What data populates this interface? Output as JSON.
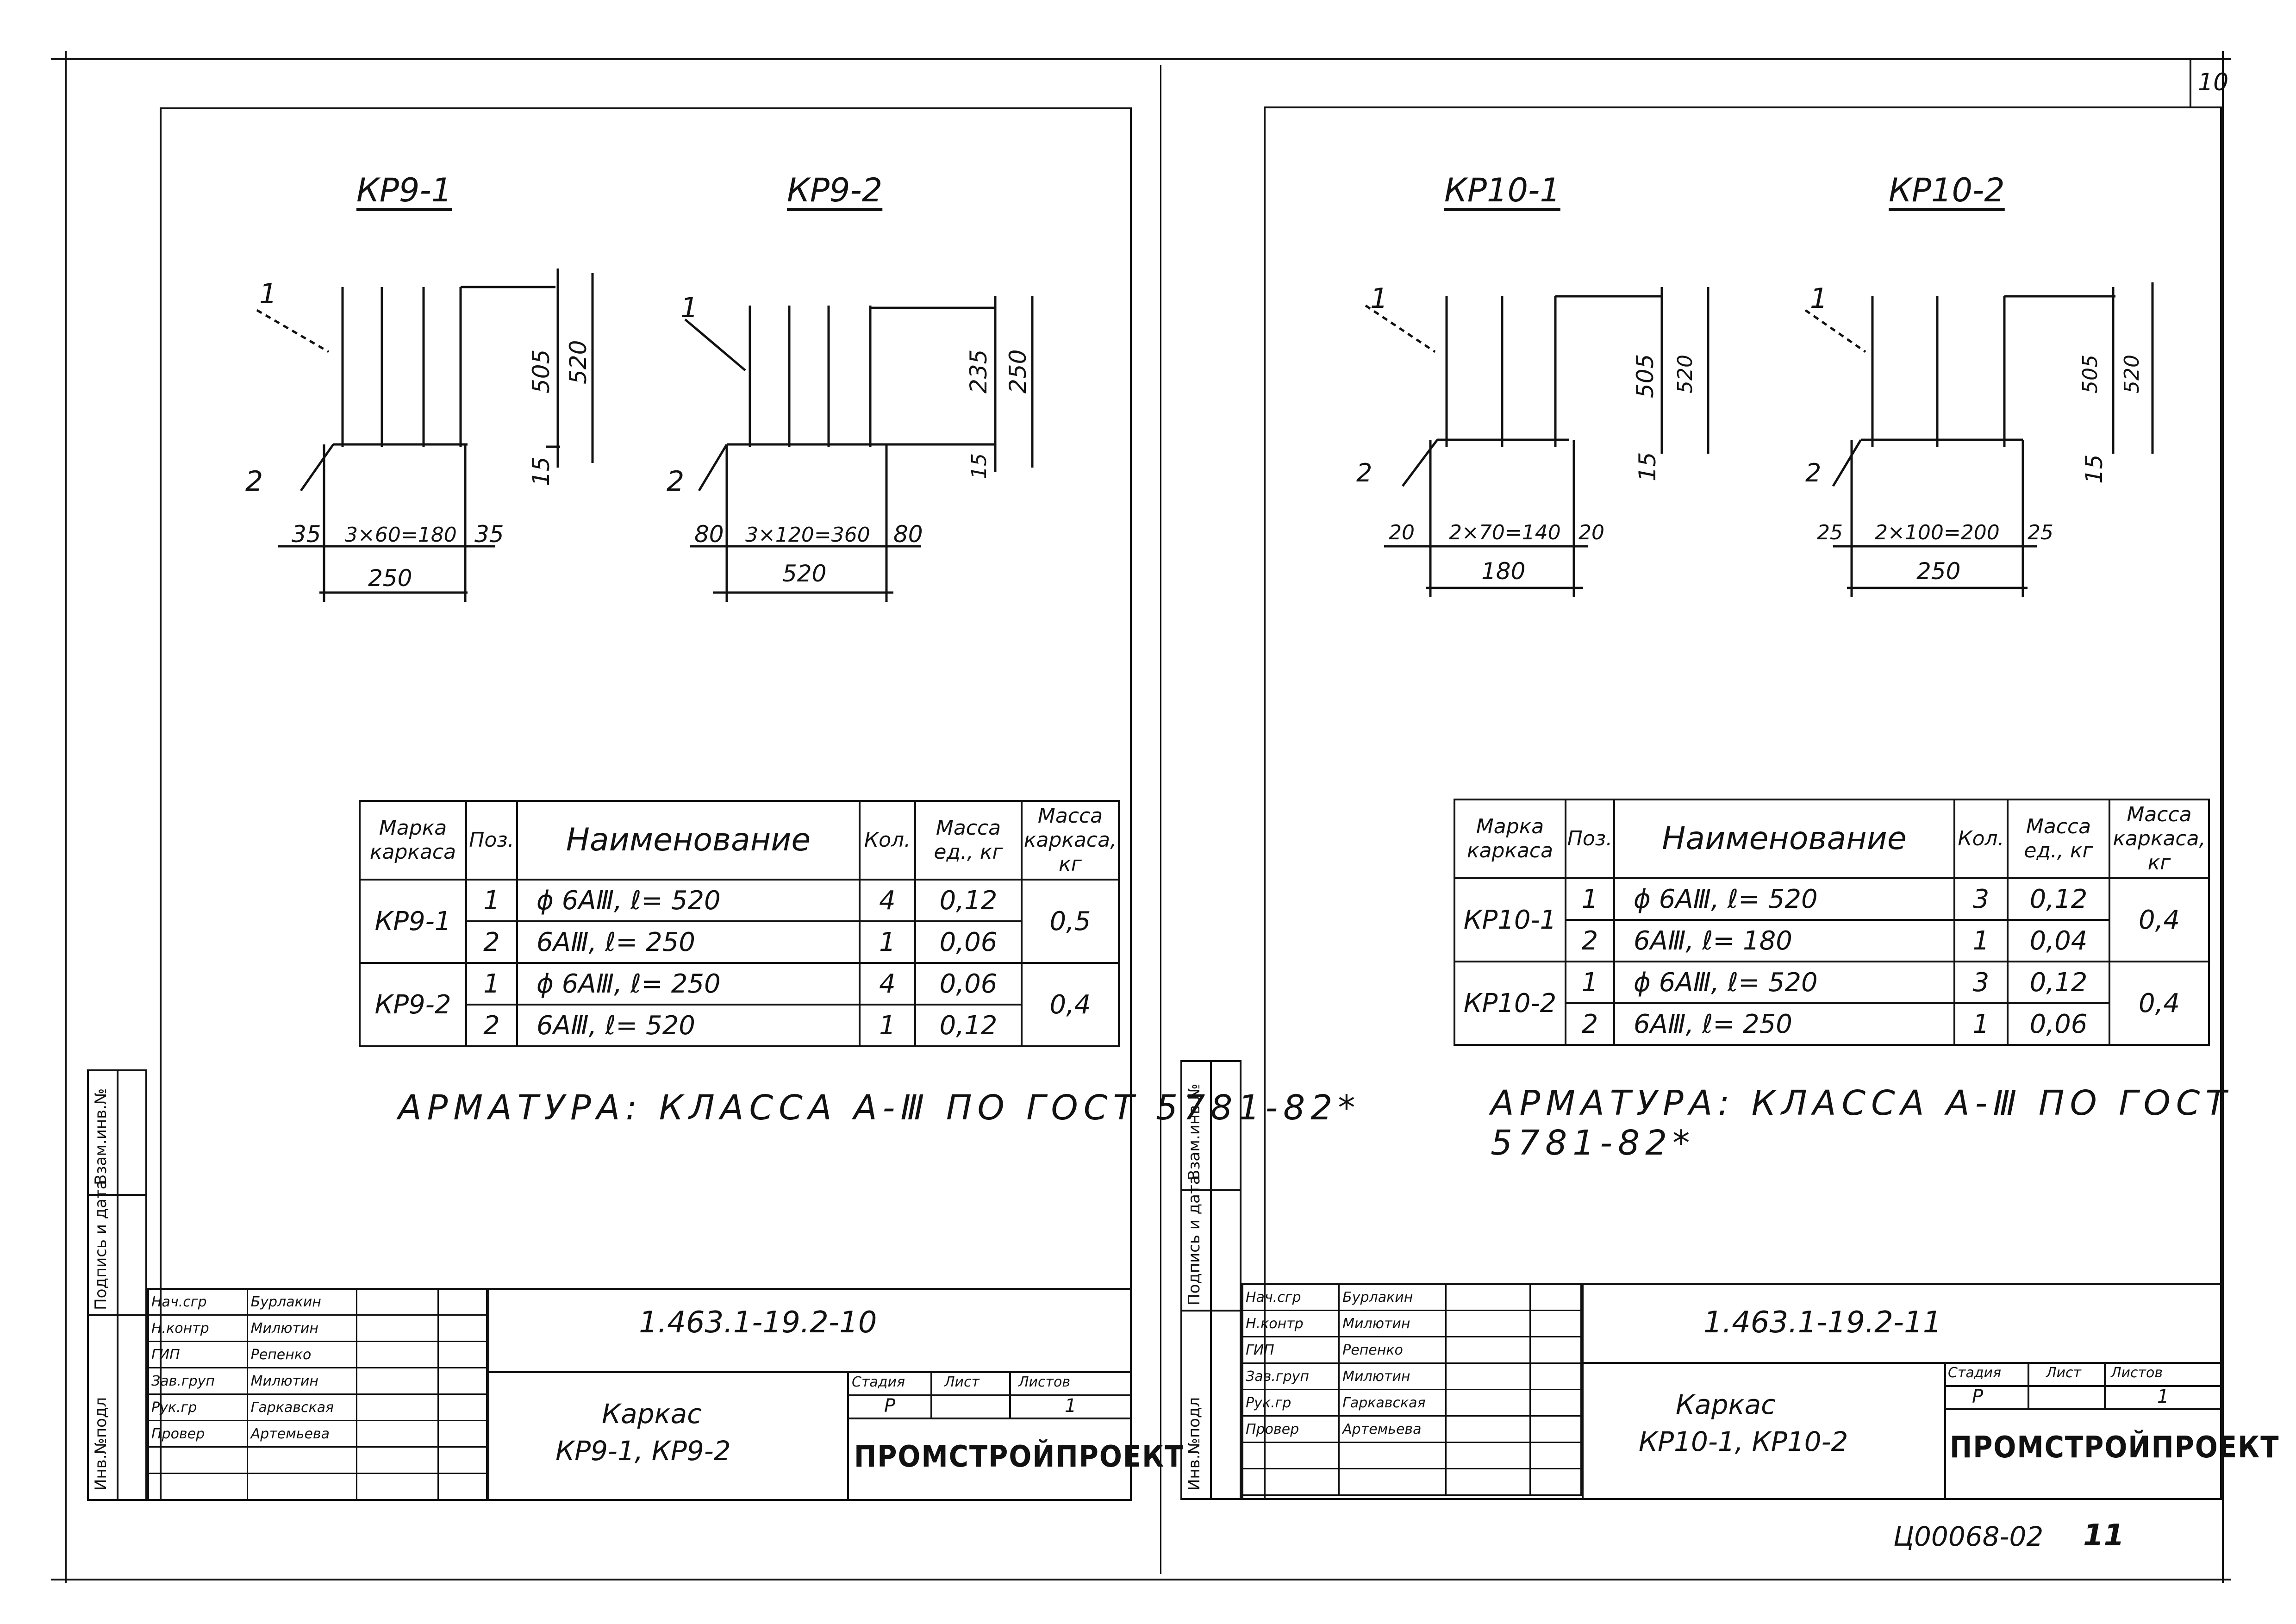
{
  "page_number": "10",
  "archive_code": "Ц00068-02",
  "archive_sheet": "11",
  "sheets": [
    {
      "drawing_titles": [
        "КР9-1",
        "КР9-2"
      ],
      "marks": {
        "a": {
          "pos1": "1",
          "pos2": "2",
          "h_total": "520",
          "h_bars": "505",
          "h_offset": "15",
          "spacing_left": "35",
          "spacing": "3×60=180",
          "spacing_right": "35",
          "width": "250"
        },
        "b": {
          "pos1": "1",
          "pos2": "2",
          "h_total": "250",
          "h_bars": "235",
          "h_offset": "15",
          "spacing_left": "80",
          "spacing": "3×120=360",
          "spacing_right": "80",
          "width": "520"
        }
      },
      "table": {
        "headers": [
          "Марка каркаса",
          "Поз.",
          "Наименование",
          "Кол.",
          "Масса ед., кг",
          "Масса каркаса, кг"
        ],
        "rows": [
          {
            "mark": "КР9-1",
            "pos": "1",
            "name": "ϕ 6АⅢ, ℓ= 520",
            "qty": "4",
            "mass": "0,12",
            "total": "0,5"
          },
          {
            "mark": "",
            "pos": "2",
            "name": "6АⅢ, ℓ= 250",
            "qty": "1",
            "mass": "0,06",
            "total": ""
          },
          {
            "mark": "КР9-2",
            "pos": "1",
            "name": "ϕ 6АⅢ, ℓ= 250",
            "qty": "4",
            "mass": "0,06",
            "total": "0,4"
          },
          {
            "mark": "",
            "pos": "2",
            "name": "6АⅢ, ℓ= 520",
            "qty": "1",
            "mass": "0,12",
            "total": ""
          }
        ]
      },
      "note": "АРМАТУРА: КЛАССА А-Ⅲ ПО ГОСТ 5781-82*",
      "title_block": {
        "doc_code": "1.463.1-19.2-10",
        "name_line1": "Каркас",
        "name_line2": "КР9-1, КР9-2",
        "stage_label": "Стадия",
        "sheet_label": "Лист",
        "sheets_label": "Листов",
        "stage": "Р",
        "sheet": "",
        "sheets": "1",
        "org": "ПРОМСТРОЙПРОЕКТ",
        "roles": [
          {
            "role": "Нач.сгр",
            "person": "Бурлакин"
          },
          {
            "role": "Н.контр",
            "person": "Милютин"
          },
          {
            "role": "ГИП",
            "person": "Репенко"
          },
          {
            "role": "Зав.груп",
            "person": "Милютин"
          },
          {
            "role": "Рук.гр",
            "person": "Гаркавская"
          },
          {
            "role": "Провер",
            "person": "Артемьева"
          }
        ]
      },
      "side_labels": [
        "Взам.инв.№",
        "Подпись и дата",
        "Инв.№подл"
      ]
    },
    {
      "drawing_titles": [
        "КР10-1",
        "КР10-2"
      ],
      "marks": {
        "a": {
          "pos1": "1",
          "pos2": "2",
          "h_total": "520",
          "h_bars": "505",
          "h_offset": "15",
          "spacing_left": "20",
          "spacing": "2×70=140",
          "spacing_right": "20",
          "width": "180"
        },
        "b": {
          "pos1": "1",
          "pos2": "2",
          "h_total": "520",
          "h_bars": "505",
          "h_offset": "15",
          "spacing_left": "25",
          "spacing": "2×100=200",
          "spacing_right": "25",
          "width": "250"
        }
      },
      "table": {
        "headers": [
          "Марка каркаса",
          "Поз.",
          "Наименование",
          "Кол.",
          "Масса ед., кг",
          "Масса каркаса, кг"
        ],
        "rows": [
          {
            "mark": "КР10-1",
            "pos": "1",
            "name": "ϕ 6АⅢ, ℓ= 520",
            "qty": "3",
            "mass": "0,12",
            "total": "0,4"
          },
          {
            "mark": "",
            "pos": "2",
            "name": "6АⅢ, ℓ= 180",
            "qty": "1",
            "mass": "0,04",
            "total": ""
          },
          {
            "mark": "КР10-2",
            "pos": "1",
            "name": "ϕ 6АⅢ, ℓ= 520",
            "qty": "3",
            "mass": "0,12",
            "total": "0,4"
          },
          {
            "mark": "",
            "pos": "2",
            "name": "6АⅢ, ℓ= 250",
            "qty": "1",
            "mass": "0,06",
            "total": ""
          }
        ]
      },
      "note": "АРМАТУРА: КЛАССА А-Ⅲ ПО ГОСТ 5781-82*",
      "title_block": {
        "doc_code": "1.463.1-19.2-11",
        "name_line1": "Каркас",
        "name_line2": "КР10-1, КР10-2",
        "stage_label": "Стадия",
        "sheet_label": "Лист",
        "sheets_label": "Листов",
        "stage": "Р",
        "sheet": "",
        "sheets": "1",
        "org": "ПРОМСТРОЙПРОЕКТ",
        "roles": [
          {
            "role": "Нач.сгр",
            "person": "Бурлакин"
          },
          {
            "role": "Н.контр",
            "person": "Милютин"
          },
          {
            "role": "ГИП",
            "person": "Репенко"
          },
          {
            "role": "Зав.груп",
            "person": "Милютин"
          },
          {
            "role": "Рук.гр",
            "person": "Гаркавская"
          },
          {
            "role": "Провер",
            "person": "Артемьева"
          }
        ]
      },
      "side_labels": [
        "Взам.инв.№",
        "Подпись и дата",
        "Инв.№подл"
      ]
    }
  ]
}
